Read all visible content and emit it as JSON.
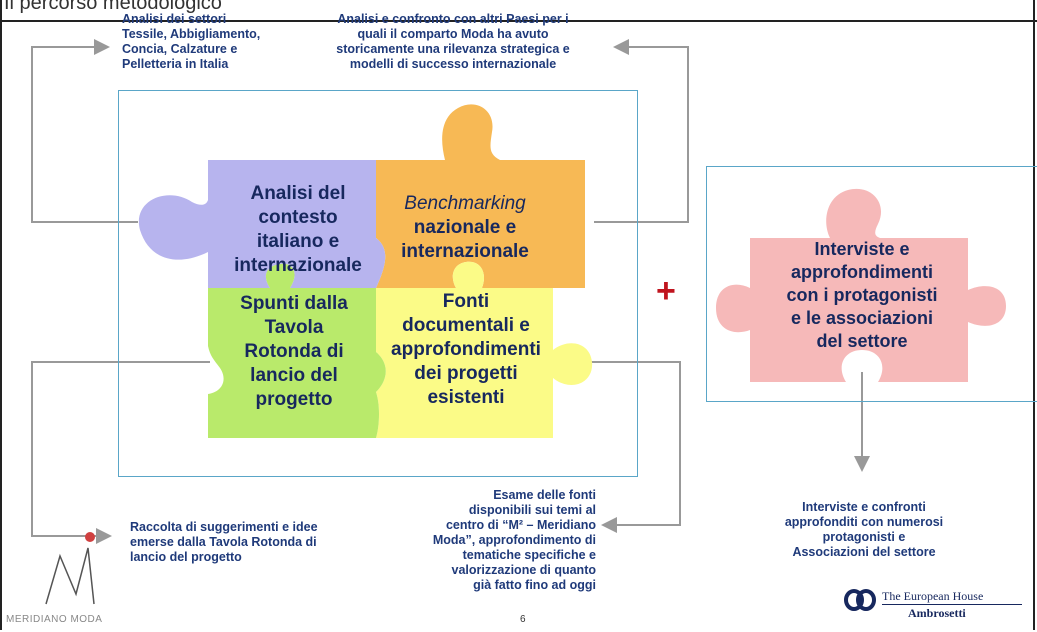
{
  "header": {
    "title": "Il percorso metodologico"
  },
  "notes": {
    "top_left": [
      "Analisi dei settori",
      "Tessile, Abbigliamento,",
      "Concia, Calzature e",
      "Pelletteria in Italia"
    ],
    "top_right": [
      "Analisi e confronto con altri Paesi per i",
      "quali il comparto Moda ha avuto",
      "storicamente una rilevanza strategica e",
      "modelli di successo internazionale"
    ],
    "bottom_left": [
      "Raccolta di suggerimenti e idee",
      "emerse dalla Tavola Rotonda di",
      "lancio del progetto"
    ],
    "bottom_center": [
      "Esame delle fonti",
      "disponibili sui temi al",
      "centro di “M² – Meridiano",
      "Moda”, approfondimento di",
      "tematiche specifiche e",
      "valorizzazione di quanto",
      "già fatto fino ad oggi"
    ],
    "bottom_right": [
      "Interviste e confronti",
      "approfonditi con numerosi",
      "protagonisti e",
      "Associazioni del settore"
    ]
  },
  "pieces": {
    "top_left": [
      "Analisi del",
      "contesto",
      "italiano e",
      "internazionale"
    ],
    "top_right_italic": "Benchmarking",
    "top_right": [
      "nazionale e",
      "internazionale"
    ],
    "bottom_left": [
      "Spunti dalla",
      "Tavola",
      "Rotonda di",
      "lancio del",
      "progetto"
    ],
    "bottom_right": [
      "Fonti",
      "documentali e",
      "approfondimenti",
      "dei progetti",
      "esistenti"
    ],
    "side": [
      "Interviste e",
      "approfondimenti",
      "con i protagonisti",
      "e le associazioni",
      "del settore"
    ]
  },
  "plus": "+",
  "page_number": "6",
  "logos": {
    "left": "MERIDIANO MODA",
    "right_top": "The European House",
    "right_bottom": "Ambrosetti"
  },
  "colors": {
    "lavender": "#b7b4ee",
    "orange": "#f7b955",
    "green": "#b9ea6b",
    "yellow": "#fbfb87",
    "pink": "#f6b9b9",
    "navy": "#17285e",
    "arrow": "#999999",
    "plus": "#c0141e"
  }
}
